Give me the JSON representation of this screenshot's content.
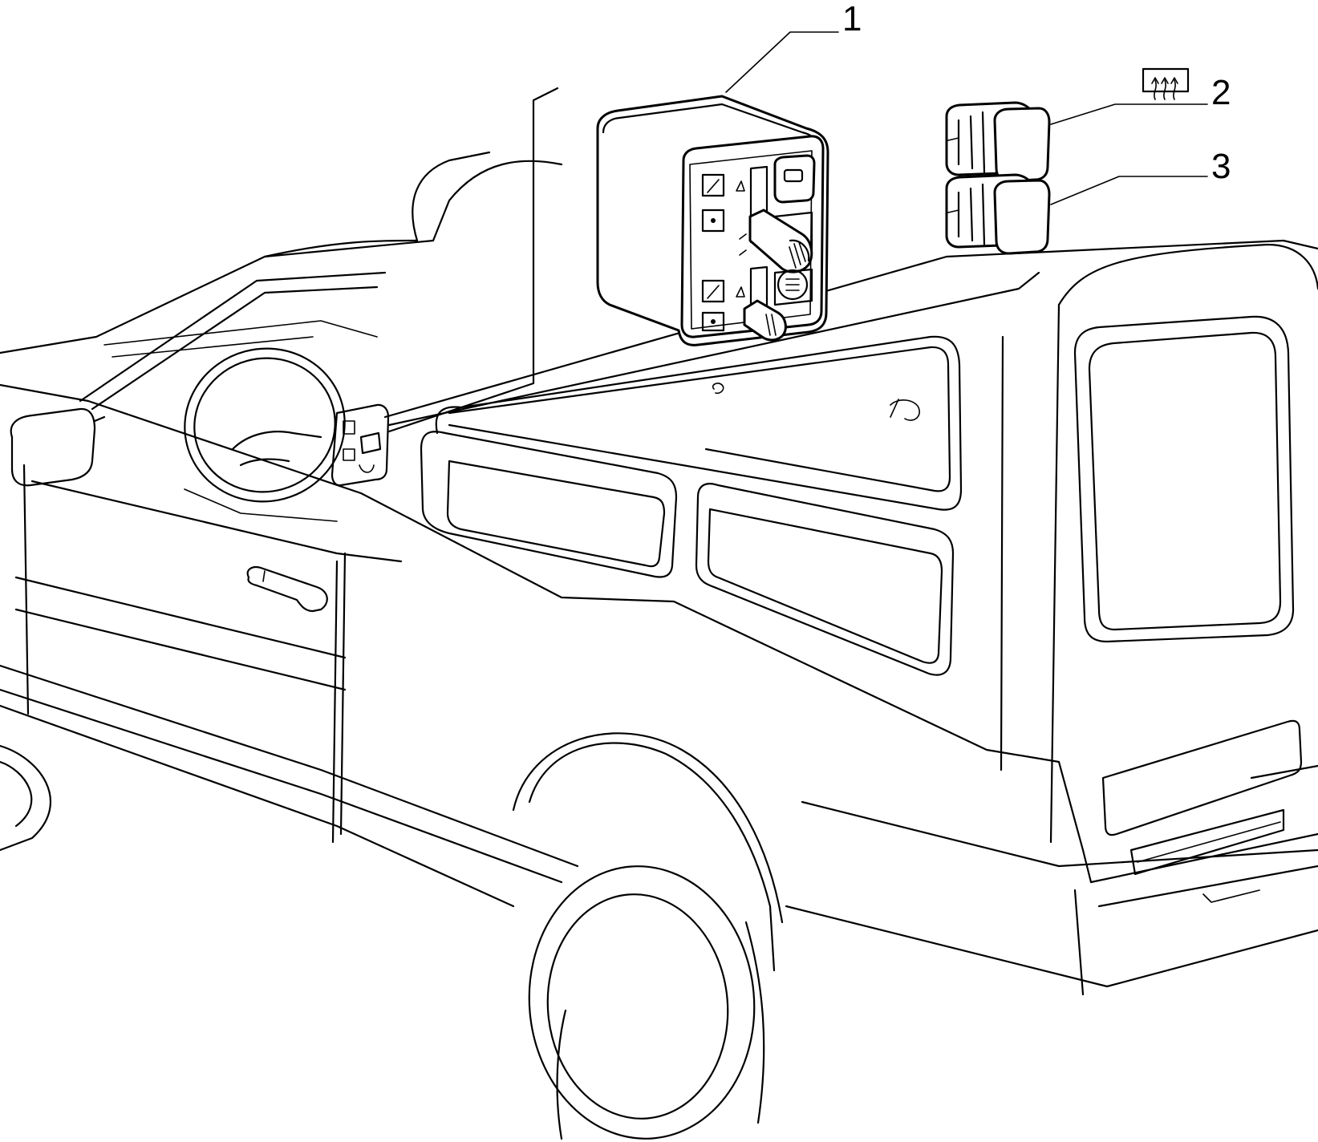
{
  "callouts": [
    {
      "number": "1",
      "part": "headlight-and-instrument-switch-unit"
    },
    {
      "number": "2",
      "part": "rear-window-defroster-switch",
      "symbol": "rear-defrost-icon"
    },
    {
      "number": "3",
      "part": "auxiliary-switch"
    }
  ],
  "colors": {
    "line": "#000000",
    "background": "#ffffff"
  }
}
